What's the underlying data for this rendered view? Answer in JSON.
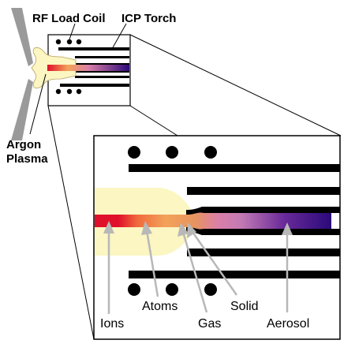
{
  "labels": {
    "rf_load_coil": "RF Load Coil",
    "icp_torch": "ICP Torch",
    "argon_plasma_line1": "Argon",
    "argon_plasma_line2": "Plasma",
    "ions": "Ions",
    "atoms": "Atoms",
    "gas": "Gas",
    "solid": "Solid",
    "aerosol": "Aerosol"
  },
  "colors": {
    "plasma_fill": "#fbf6c2",
    "tube_black": "#000000",
    "arrow_gray": "#b8b8b8",
    "cone_gray": "#9a9a9a",
    "ion_red": "#e0102a",
    "atom_orange": "#f3a25a",
    "gas_pink": "#dc7fa8",
    "aerosol_purple": "#2a0a7a"
  }
}
